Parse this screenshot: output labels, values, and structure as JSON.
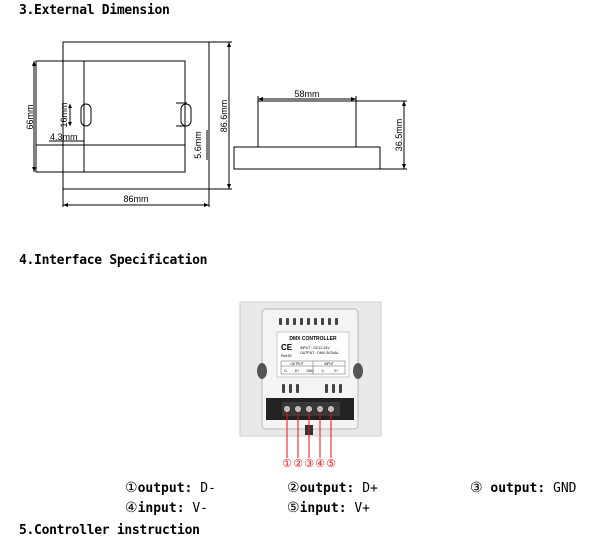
{
  "sections": {
    "external_dimension": "3.External Dimension",
    "interface_specification": "4.Interface Specification",
    "controller_instruction": "5.Controller instruction"
  },
  "dimensions": {
    "d66": "66mm",
    "d16": "16mm",
    "d4_3": "4.3mm",
    "d86_6": "86.6mm",
    "d5_6": "5.6mm",
    "d86": "86mm",
    "d58": "58mm",
    "d36_5": "36.5mm"
  },
  "device_label": {
    "title": "DMX CONTROLLER",
    "ce": "CE",
    "rohs": "RoHS",
    "input_spec": "INPUT : DC12-24V",
    "output_spec": "OUTPUT : DMX SIGNAL",
    "output_header": "OUTPUT",
    "input_header": "INPUT",
    "terminals": [
      "D-",
      "D+",
      "GND",
      "V-",
      "V+"
    ]
  },
  "callouts": [
    "①",
    "②",
    "③",
    "④",
    "⑤"
  ],
  "pins": [
    {
      "num": "①",
      "kind": "output:",
      "signal": "D-"
    },
    {
      "num": "②",
      "kind": "output:",
      "signal": "D+"
    },
    {
      "num": "③",
      "kind": " output:",
      "signal": "GND"
    },
    {
      "num": "④",
      "kind": "input:",
      "signal": "V-"
    },
    {
      "num": "⑤",
      "kind": "input:",
      "signal": "V+"
    }
  ]
}
